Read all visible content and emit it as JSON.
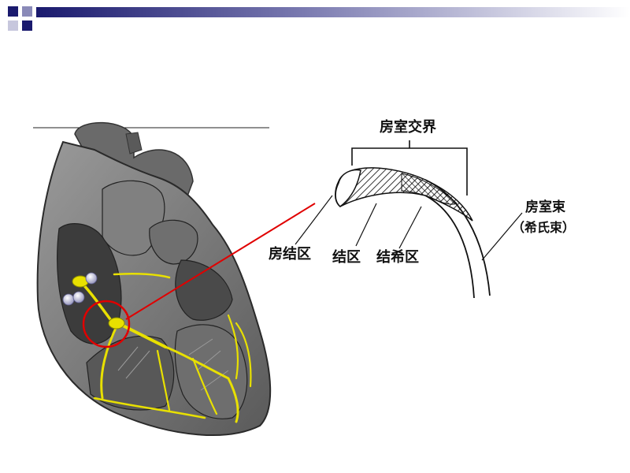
{
  "slide": {
    "accent_color": "#1a1a6e",
    "highlight_color": "#e00000",
    "nerve_color": "#e8e000"
  },
  "diagram": {
    "labels": {
      "junction": "房室交界",
      "bundle": "房室束",
      "bundle_alt": "（希氏束）",
      "av_node_zone": "房结区",
      "node_zone": "结区",
      "node_his_zone": "结希区"
    }
  }
}
